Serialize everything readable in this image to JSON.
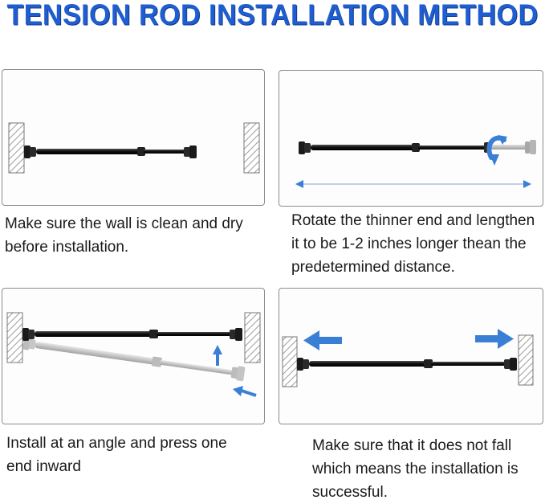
{
  "header": {
    "title": "TENSION ROD INSTALLATION METHOD"
  },
  "steps": [
    {
      "caption": "Make sure the wall is clean and dry\nbefore installation."
    },
    {
      "caption": "Rotate the thinner end and lengthen\nit to be 1-2 inches longer thean the\npredetermined distance."
    },
    {
      "caption": "Install at an angle and press one\nend inward"
    },
    {
      "caption": "Make sure that it does not fall\nwhich means the installation is\nsuccessful."
    }
  ],
  "colors": {
    "title": "#1f5ed1",
    "arrow": "#3a7fd6",
    "rod": "#1c1c1c",
    "rod_ghost": "#b9b9b9"
  },
  "icons": [
    "wall-icon",
    "tension-rod-icon",
    "rotate-arrow-icon",
    "push-arrow-icon",
    "double-arrow-icon"
  ]
}
